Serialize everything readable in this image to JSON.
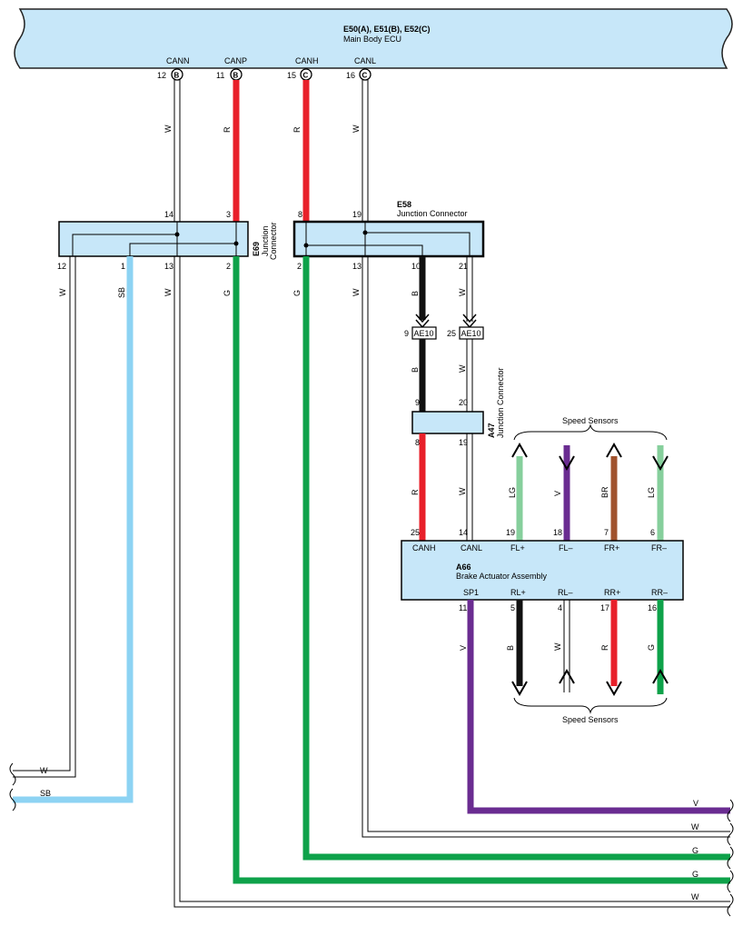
{
  "ecu": {
    "code": "E50(A), E51(B), E52(C)",
    "name": "Main Body ECU",
    "pins": [
      {
        "num": "12",
        "conn": "B",
        "label": "CANN"
      },
      {
        "num": "11",
        "conn": "B",
        "label": "CANP"
      },
      {
        "num": "15",
        "conn": "C",
        "label": "CANH"
      },
      {
        "num": "16",
        "conn": "C",
        "label": "CANL"
      }
    ]
  },
  "e69": {
    "code": "E69",
    "desc_line1": "Junction",
    "desc_line2": "Connector",
    "top_pins": [
      "14",
      "3"
    ],
    "bottom_pins": [
      "12",
      "1",
      "13",
      "2"
    ]
  },
  "e58": {
    "code": "E58",
    "desc": "Junction Connector",
    "top_pins": [
      "8",
      "19"
    ],
    "bottom_pins": [
      "2",
      "13",
      "10",
      "21"
    ]
  },
  "ae10": {
    "label": "AE10",
    "pins": [
      "9",
      "25"
    ]
  },
  "a47": {
    "code": "A47",
    "desc": "Junction Connector",
    "top_pins": [
      "9",
      "20"
    ],
    "bottom_pins": [
      "8",
      "19"
    ]
  },
  "a66": {
    "code": "A66",
    "name": "Brake Actuator Assembly",
    "top_pins": [
      {
        "num": "25",
        "label": "CANH"
      },
      {
        "num": "14",
        "label": "CANL"
      },
      {
        "num": "19",
        "label": "FL+"
      },
      {
        "num": "18",
        "label": "FL–"
      },
      {
        "num": "7",
        "label": "FR+"
      },
      {
        "num": "6",
        "label": "FR–"
      }
    ],
    "bottom_pins": [
      {
        "num": "11",
        "label": "SP1"
      },
      {
        "num": "5",
        "label": "RL+"
      },
      {
        "num": "4",
        "label": "RL–"
      },
      {
        "num": "17",
        "label": "RR+"
      },
      {
        "num": "16",
        "label": "RR–"
      }
    ]
  },
  "speed_sensors_top": "Speed Sensors",
  "speed_sensors_bottom": "Speed Sensors",
  "wire_colors": {
    "top_cann": "W",
    "top_canp": "R",
    "top_canh": "R",
    "top_canl": "W",
    "e69_12": "W",
    "e69_1": "SB",
    "e69_13": "W",
    "e69_2": "G",
    "e58_2": "G",
    "e58_13": "W",
    "e58_10": "B",
    "e58_21": "W",
    "ae10_b": "B",
    "ae10_w": "W",
    "a47_r": "R",
    "a47_w": "W",
    "fl_plus": "LG",
    "fl_minus": "V",
    "fr_plus": "BR",
    "fr_minus": "LG",
    "sp1": "V",
    "rl_plus": "B",
    "rl_minus": "W",
    "rr_plus": "R",
    "rr_minus": "G",
    "left_w": "W",
    "left_sb": "SB",
    "right_v": "V",
    "right_w1": "W",
    "right_g1": "G",
    "right_g2": "G",
    "right_w2": "W"
  },
  "palette": {
    "connector_fill": "#c7e7f9",
    "red": "#e8202a",
    "green": "#0ea24a",
    "light_green": "#86cf9c",
    "light_blue": "#8dd3f3",
    "violet": "#6a2c91",
    "brown": "#a0522d",
    "black": "#111111",
    "white_wire_outline": "#555555"
  }
}
